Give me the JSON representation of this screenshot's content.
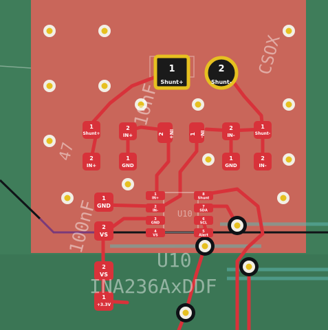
{
  "colors": {
    "board": "#3f7d5a",
    "copper_zone": "#c9665a",
    "trace": "#d8323a",
    "pad": "#d8323a",
    "via_ring": "#f2efe6",
    "via_hole": "#e6c020",
    "tht_pad": "#e6c020",
    "silk": "#e8e8e8"
  },
  "connector": {
    "pad1": {
      "number": "1",
      "net": "Shunt+"
    },
    "pad2": {
      "number": "2",
      "net": "Shunt-"
    }
  },
  "pads": {
    "r_left_shunt": {
      "number": "1",
      "net": "Shunt+"
    },
    "r_left_in": {
      "number": "2",
      "net": "IN+"
    },
    "c_left_in": {
      "number": "2",
      "net": "IN+"
    },
    "c_left_gnd": {
      "number": "1",
      "net": "GND"
    },
    "vert_in_plus": {
      "number": "2",
      "net": "IN+"
    },
    "vert_in_minus": {
      "number": "1",
      "net": "IN-"
    },
    "c_right_in": {
      "number": "2",
      "net": "IN-"
    },
    "c_right_gnd": {
      "number": "1",
      "net": "GND"
    },
    "r_right_shunt": {
      "number": "1",
      "net": "Shunt-"
    },
    "r_right_in": {
      "number": "2",
      "net": "IN-"
    },
    "cap_gnd": {
      "number": "1",
      "net": "GND"
    },
    "cap_vs": {
      "number": "2",
      "net": "VS"
    },
    "r_vs_top": {
      "number": "2",
      "net": "VS"
    },
    "r_vs_bottom": {
      "number": "1",
      "net": "+3.3V"
    }
  },
  "ic_pins": {
    "left": [
      {
        "number": "1",
        "net": "IN+"
      },
      {
        "number": "2",
        "net": "IN-"
      },
      {
        "number": "3",
        "net": "GND"
      },
      {
        "number": "4",
        "net": "VS"
      }
    ],
    "right": [
      {
        "number": "8",
        "net": "Shunt"
      },
      {
        "number": "7",
        "net": "SDA"
      },
      {
        "number": "6",
        "net": "SCL"
      },
      {
        "number": "5",
        "net": "Alert"
      }
    ]
  },
  "silkscreen": {
    "ic_ref": "U10",
    "ref_large": "U10",
    "part_value": "INA236AxDDF",
    "cap_value_left": "100nF",
    "cap_digits_left": "47",
    "cap_value_center": "10nF",
    "partial_top_right": "CSOX"
  }
}
